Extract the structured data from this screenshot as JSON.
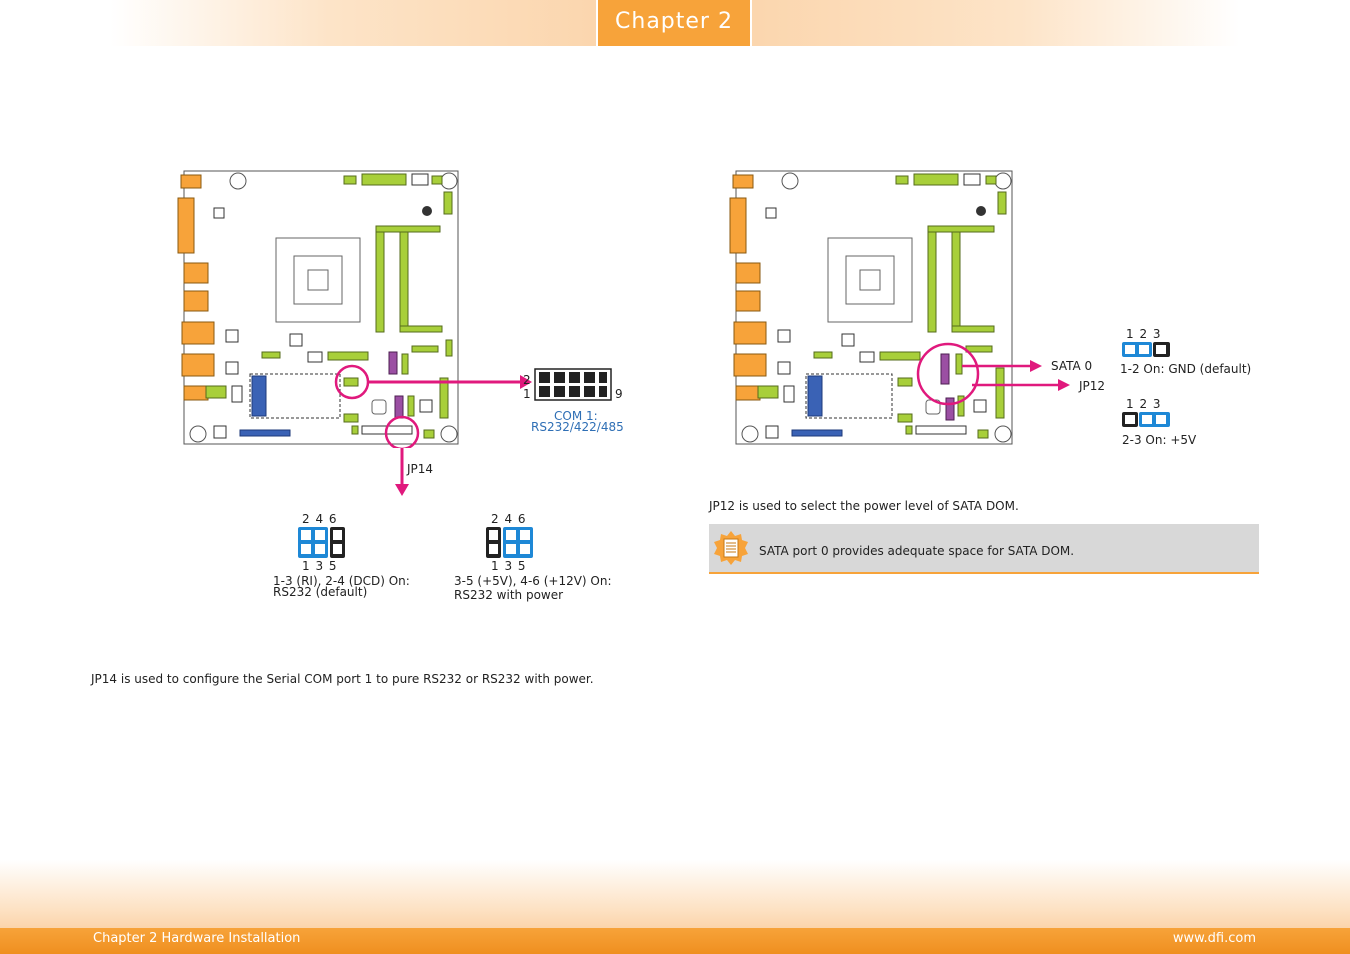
{
  "header": {
    "chapter_tab": "Chapter 2"
  },
  "footer": {
    "left": "Chapter 2 Hardware Installation",
    "right": "www.dfi.com"
  },
  "left_diagram": {
    "com_pin_top": "2",
    "com_pin_bottom": "1",
    "com_pin_end": "9",
    "com_label_line1": "COM 1:",
    "com_label_line2": "RS232/422/485",
    "jumper_label": "JP14",
    "setting1": {
      "pins_top": "2  4  6",
      "pins_bottom": "1  3  5",
      "caption_line1": "1-3 (RI), 2-4  (DCD) On:",
      "caption_line2": "RS232 (default)"
    },
    "setting2": {
      "pins_top": "2  4  6",
      "pins_bottom": "1  3  5",
      "caption_line1": "3-5 (+5V), 4-6 (+12V) On:",
      "caption_line2": "RS232 with power"
    },
    "description": "JP14 is used to configure the Serial COM port 1 to pure RS232 or RS232 with power."
  },
  "right_diagram": {
    "sata_label": "SATA 0",
    "jumper_label": "JP12",
    "setting1": {
      "pins": "1  2  3",
      "caption": "1-2 On: GND (default)"
    },
    "setting2": {
      "pins": "1  2  3",
      "caption": "2-3 On: +5V"
    },
    "description": "JP12 is used to select the power level of SATA DOM.",
    "note": "SATA port 0 provides adequate space for SATA DOM."
  },
  "colors": {
    "accent_orange": "#f7a33a",
    "highlight_magenta": "#e0197d",
    "jumper_blue": "#1e88d6",
    "connector_green": "#a8cf3a",
    "port_orange": "#f7a33a",
    "slot_blue": "#3a62b5",
    "sata_purple": "#9b4fa3"
  }
}
